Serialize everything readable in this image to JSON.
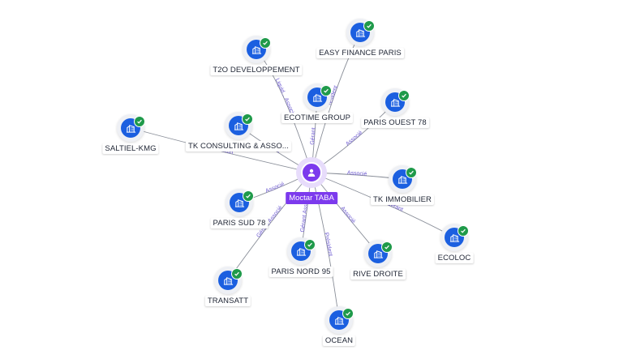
{
  "center": {
    "name": "Moctar TABA",
    "icon": "person-icon",
    "color": "#7c3aed"
  },
  "colors": {
    "company": "#1b5fe0",
    "verified": "#1f9a4a",
    "edge": "#8a8f99",
    "edge_label": "#6e5bd1"
  },
  "companies": [
    {
      "id": "t2o",
      "name": "T2O DEVELOPPEMENT",
      "relation": "Liquid... Associé",
      "icon": "building-icon",
      "verified": true
    },
    {
      "id": "easy",
      "name": "EASY FINANCE PARIS",
      "relation": "résident",
      "icon": "building-icon",
      "verified": true
    },
    {
      "id": "ecotime",
      "name": "ECOTIME GROUP",
      "relation": "Gérant",
      "icon": "building-icon",
      "verified": true
    },
    {
      "id": "parisouest",
      "name": "PARIS OUEST 78",
      "relation": "Associé",
      "icon": "building-icon",
      "verified": true
    },
    {
      "id": "saltiel",
      "name": "SALTIEL-KMG",
      "relation": "...r de gestion",
      "icon": "building-icon",
      "verified": true
    },
    {
      "id": "tkconsult",
      "name": "TK CONSULTING & ASSO...",
      "relation": "...ant",
      "icon": "building-icon",
      "verified": true
    },
    {
      "id": "tkimmo",
      "name": "TK IMMOBILIER",
      "relation": "Associé",
      "icon": "building-icon",
      "verified": true
    },
    {
      "id": "ecoloc",
      "name": "ECOLOC",
      "relation": "Gérant",
      "icon": "building-icon",
      "verified": true
    },
    {
      "id": "parissud",
      "name": "PARIS SUD 78",
      "relation": "Associé",
      "icon": "building-icon",
      "verified": true
    },
    {
      "id": "parisnord",
      "name": "PARIS NORD 95",
      "relation": "Gérant Associé",
      "icon": "building-icon",
      "verified": true
    },
    {
      "id": "rivedroite",
      "name": "RIVE DROITE",
      "relation": "Associé",
      "icon": "building-icon",
      "verified": true
    },
    {
      "id": "transatt",
      "name": "TRANSATT",
      "relation": "Gérant Associé",
      "icon": "building-icon",
      "verified": true
    },
    {
      "id": "ocean",
      "name": "OCEAN",
      "relation": "Président",
      "icon": "building-icon",
      "verified": true
    }
  ]
}
